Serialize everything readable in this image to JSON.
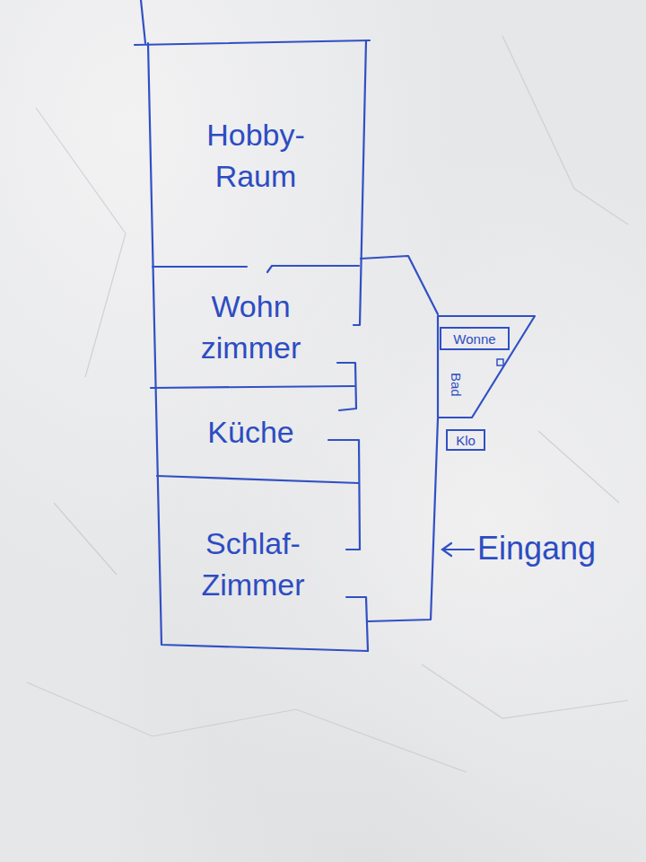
{
  "diagram": {
    "nodes": [
      {
        "text": [
          "Hobby- Raum"
        ]
      },
      {
        "text": [
          "Wohn zimmer"
        ]
      },
      {
        "text": [
          "Küche"
        ]
      },
      {
        "text": [
          "Schlaf- Zimmer"
        ]
      },
      {
        "text": [
          "Bad"
        ]
      },
      {
        "text": [
          "Wonne"
        ],
        "in": 4
      },
      {
        "text": [
          "Klo"
        ]
      }
    ],
    "labels": [
      "Eingang"
    ]
  }
}
